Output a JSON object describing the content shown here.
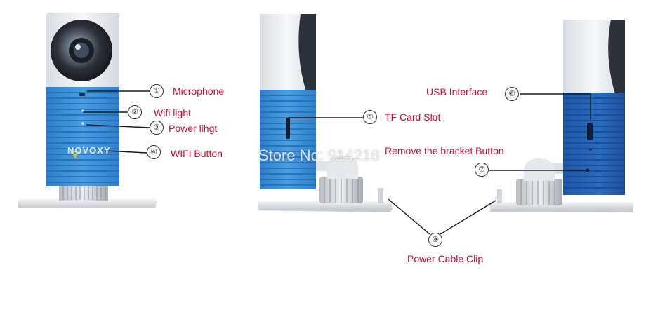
{
  "callouts": [
    {
      "number": "①",
      "label": "Microphone"
    },
    {
      "number": "②",
      "label": "Wifi light"
    },
    {
      "number": "③",
      "label": "Power lihgt"
    },
    {
      "number": "④",
      "label": "WIFI Button"
    },
    {
      "number": "⑤",
      "label": "TF Card Slot"
    },
    {
      "number": "⑥",
      "label": "USB Interface"
    },
    {
      "number": "⑦",
      "label": "Remove the bracket Button"
    },
    {
      "number": "⑧",
      "label": "Power Cable Clip"
    }
  ],
  "brand_logo": "NOVOXY",
  "watermark": "Store No: 914218",
  "colors": {
    "label_text": "#e8002a",
    "camera_blue": "#3a8fd6",
    "camera_blue_dark": "#1f5fb0",
    "camera_white": "#f2f4f7",
    "lens_dark": "#2b2f36"
  }
}
